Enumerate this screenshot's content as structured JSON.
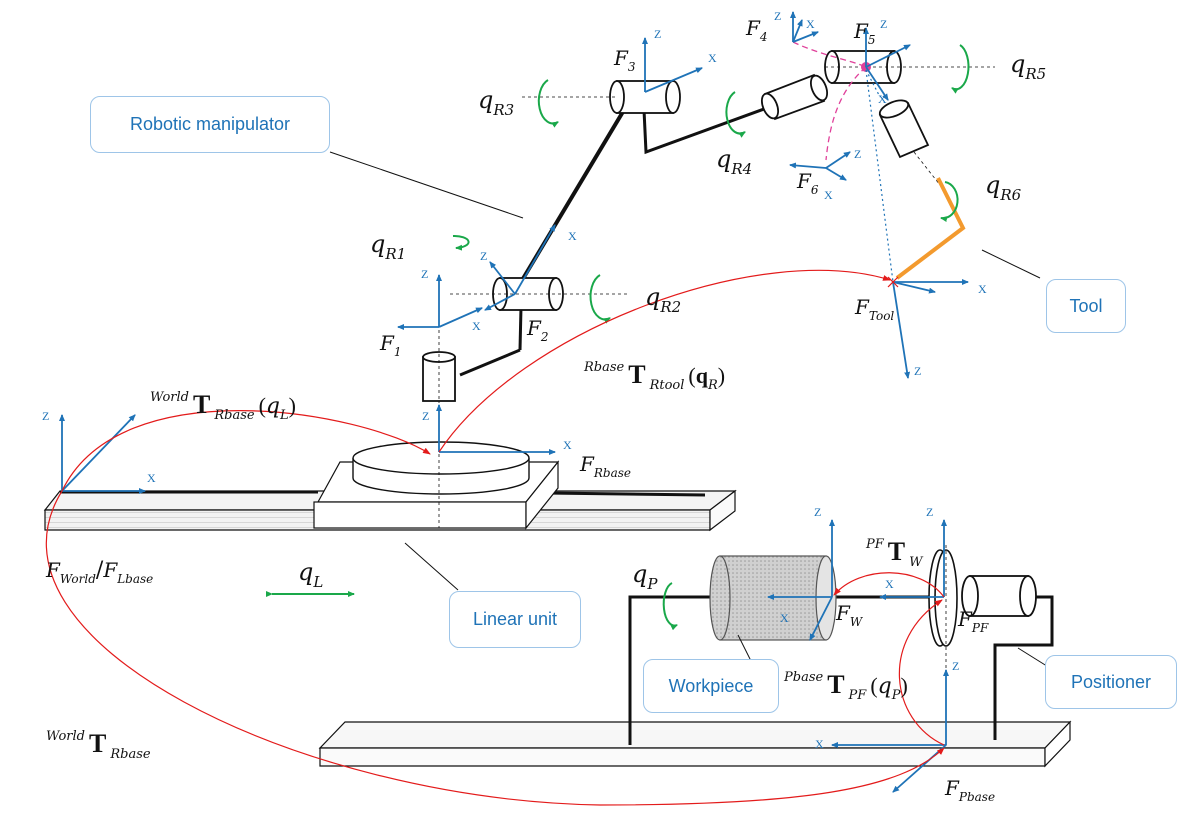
{
  "callouts": {
    "robotic_manipulator": "Robotic manipulator",
    "tool": "Tool",
    "linear_unit": "Linear unit",
    "workpiece": "Workpiece",
    "positioner": "Positioner"
  },
  "axis_letters": {
    "x": "X",
    "z": "Z"
  },
  "joint_symbol": "q",
  "joints": {
    "r1": "R1",
    "r2": "R2",
    "r3": "R3",
    "r4": "R4",
    "r5": "R5",
    "r6": "R6",
    "l": "L",
    "p": "P"
  },
  "frame_symbol": "F",
  "frames": {
    "f1": "1",
    "f2": "2",
    "f3": "3",
    "f4": "4",
    "f5": "5",
    "f6": "6",
    "tool": "Tool",
    "rbase": "Rbase",
    "world": "World",
    "lbase": "Lbase",
    "w": "W",
    "pf": "PF",
    "pbase": "Pbase"
  },
  "transforms": {
    "T": "T",
    "world_rbase_ql": {
      "sup": "World",
      "sub": "Rbase",
      "arg": "L"
    },
    "rbase_rtool_qr": {
      "sup": "Rbase",
      "sub": "Rtool",
      "arg": "R"
    },
    "pf_w": {
      "sup": "PF",
      "sub": "W"
    },
    "pbase_pf_qp": {
      "sup": "Pbase",
      "sub": "PF",
      "arg": "P"
    },
    "world_rbase": {
      "sup": "World",
      "sub": "Rbase"
    }
  },
  "colors": {
    "axis": "#1f73b7",
    "rotation_arrow": "#1aa84a",
    "transform_curve": "#e31b1b",
    "tool_link": "#f39a2e",
    "tool_path": "#e0409a",
    "workpiece_fill": "#c8c8c8"
  }
}
